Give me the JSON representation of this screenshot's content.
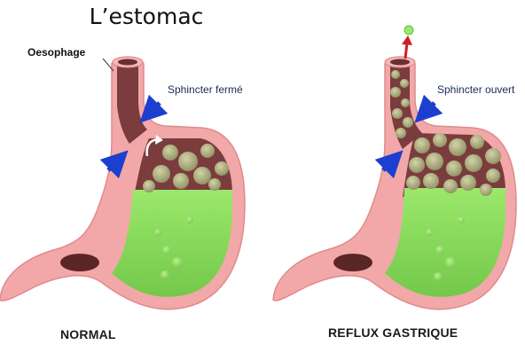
{
  "title": "L’estomac",
  "panels": {
    "normal": {
      "caption": "NORMAL",
      "esophagus_label": "Oesophage",
      "sphincter_label": "Sphincter fermé"
    },
    "reflux": {
      "caption": "REFLUX GASTRIQUE",
      "sphincter_label": "Sphincter ouvert"
    }
  },
  "colors": {
    "wall_pink": "#f2a8a8",
    "wall_outline": "#e08a8a",
    "interior_dark": "#7a3c3c",
    "acid_green": "#8ed95f",
    "bubble": "#b8b98c",
    "arrow_blue": "#1c3fcf",
    "arrow_red": "#d02020"
  }
}
